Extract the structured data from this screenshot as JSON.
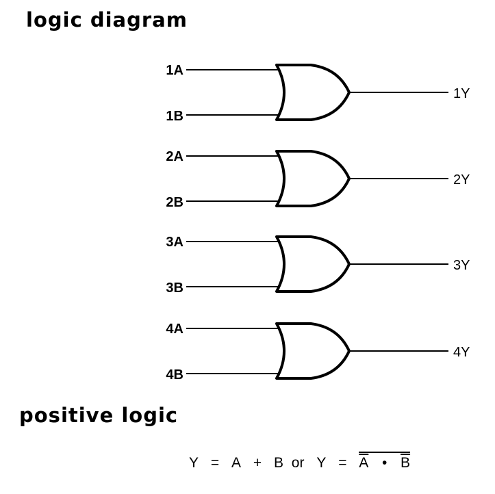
{
  "title": "logic diagram",
  "subtitle": "positive logic",
  "gates": [
    {
      "input_a": "1A",
      "input_b": "1B",
      "output": "1Y"
    },
    {
      "input_a": "2A",
      "input_b": "2B",
      "output": "2Y"
    },
    {
      "input_a": "3A",
      "input_b": "3B",
      "output": "3Y"
    },
    {
      "input_a": "4A",
      "input_b": "4B",
      "output": "4Y"
    }
  ],
  "formula": {
    "y1": "Y",
    "eq1": "=",
    "a1": "A",
    "plus": "+",
    "b1": "B",
    "or_word": "or",
    "y2": "Y",
    "eq2": "=",
    "a_bar": "A",
    "dot": "•",
    "b_bar": "B"
  }
}
